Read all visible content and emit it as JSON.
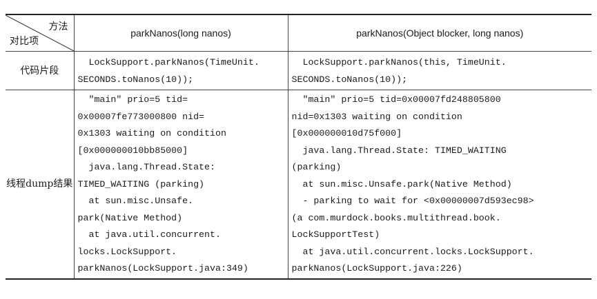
{
  "table": {
    "corner": {
      "top": "方法",
      "bottom": "对比项"
    },
    "columns": [
      "parkNanos(long nanos)",
      "parkNanos(Object blocker, long nanos)"
    ],
    "rows": [
      {
        "label": [
          "代码片段"
        ],
        "col1": [
          "  LockSupport.parkNanos(TimeUnit.",
          "SECONDS.toNanos(10));"
        ],
        "col2": [
          "  LockSupport.parkNanos(this, TimeUnit.",
          "SECONDS.toNanos(10));"
        ]
      },
      {
        "label": [
          "线程",
          "dump",
          "结果"
        ],
        "col1": [
          "  \"main\" prio=5 tid=",
          "0x00007fe773000800 nid=",
          "0x1303 waiting on condition",
          "[0x000000010bb85000]",
          "  java.lang.Thread.State:",
          "TIMED_WAITING (parking)",
          "  at sun.misc.Unsafe.",
          "park(Native Method)",
          "  at java.util.concurrent.",
          "locks.LockSupport.",
          "parkNanos(LockSupport.java:349)"
        ],
        "col2": [
          "  \"main\" prio=5 tid=0x00007fd248805800",
          "nid=0x1303 waiting on condition",
          "[0x000000010d75f000]",
          "  java.lang.Thread.State: TIMED_WAITING",
          "(parking)",
          "  at sun.misc.Unsafe.park(Native Method)",
          "  - parking to wait for <0x00000007d593ec98>",
          "(a com.murdock.books.multithread.book.",
          "LockSupportTest)",
          "  at java.util.concurrent.locks.LockSupport.",
          "parkNanos(LockSupport.java:226)"
        ]
      }
    ]
  }
}
